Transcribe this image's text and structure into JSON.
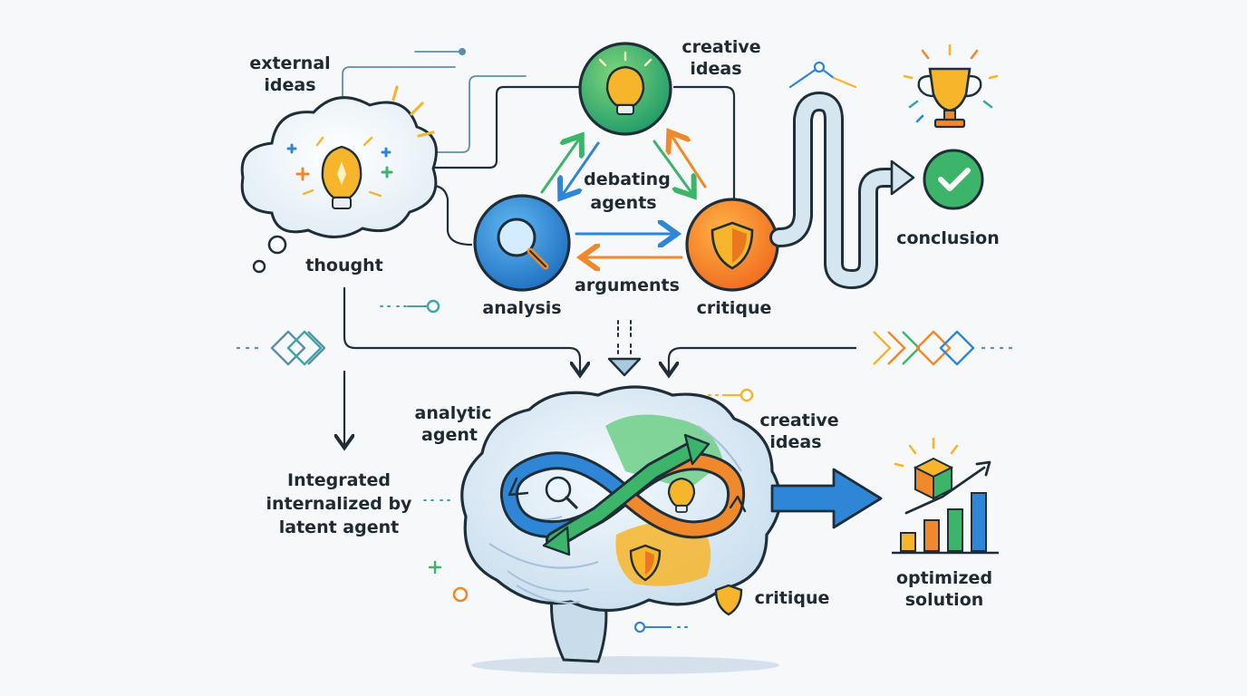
{
  "diagram": {
    "labels": {
      "external_ideas": [
        "external",
        "ideas"
      ],
      "creative_ideas_top": [
        "creative",
        "ideas"
      ],
      "debating_agents": [
        "debating",
        "agents"
      ],
      "thought": "thought",
      "analysis": "analysis",
      "arguments": "arguments",
      "critique_top": "critique",
      "conclusion": "conclusion",
      "analytic_agent": [
        "analytic",
        "agent"
      ],
      "creative_ideas_bottom": [
        "creative",
        "ideas"
      ],
      "integrated": [
        "Integrated",
        "internalized by",
        "latent agent"
      ],
      "critique_bottom": "critique",
      "optimized_solution": [
        "optimized",
        "solution"
      ]
    },
    "colors": {
      "line": "#1e2f3a",
      "thin_line": "#5b8fa8",
      "green": "#3cb56b",
      "blue": "#2f86d6",
      "orange": "#f0892b",
      "yellow": "#f7b52c",
      "teal": "#3fa6a6",
      "brain": "#dbe8f3"
    }
  }
}
